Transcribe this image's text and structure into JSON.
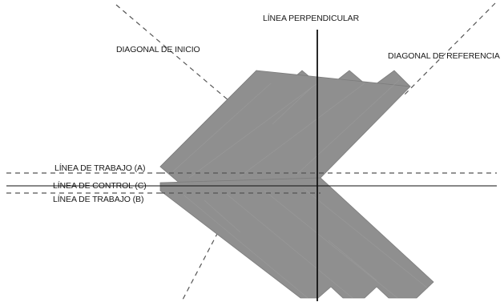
{
  "labels": {
    "linea_perpendicular": "LÍNEA PERPENDICULAR",
    "diagonal_inicio": "DIAGONAL DE INICIO",
    "diagonal_referencia": "DIAGONAL DE REFERENCIA",
    "linea_trabajo_a": "LÍNEA DE TRABAJO (A)",
    "linea_control_c": "LÍNEA DE CONTROL (C)",
    "linea_trabajo_b": "LÍNEA DE TRABAJO (B)"
  },
  "colors": {
    "plank_fill": "#8f8f8f",
    "line": "#111111",
    "dashed": "#555555"
  },
  "pattern": "herringbone",
  "plank_count": 4
}
